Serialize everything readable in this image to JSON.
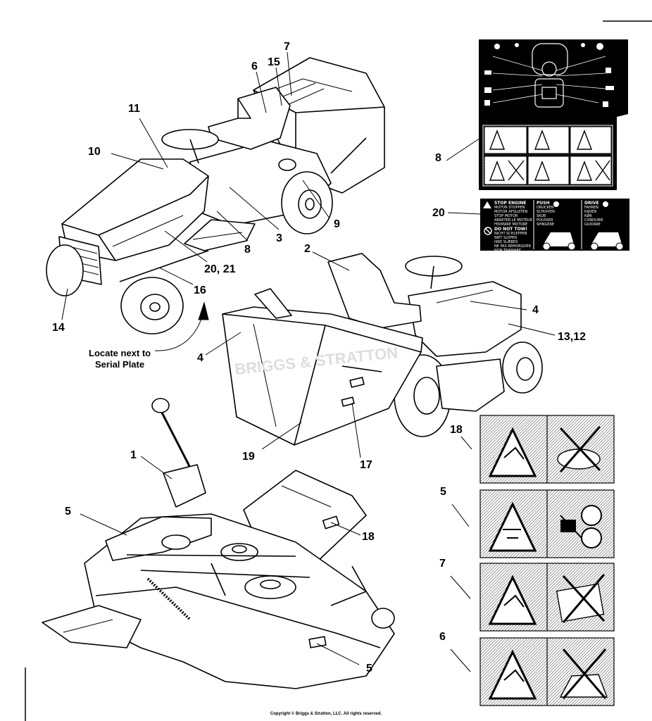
{
  "callouts": {
    "c7_top": "7",
    "c15": "15",
    "c6_top": "6",
    "c11": "11",
    "c10": "10",
    "c9": "9",
    "c3": "3",
    "c8_mid": "8",
    "c20_21": "20, 21",
    "c16": "16",
    "c14": "14",
    "c2": "2",
    "c4_right": "4",
    "c13_12": "13,12",
    "c4_left": "4",
    "c19": "19",
    "c17": "17",
    "c1": "1",
    "c5_left": "5",
    "c18_deck": "18",
    "c5_bottom": "5",
    "c8_decal": "8",
    "c20_decal": "20",
    "c18_decal": "18",
    "c5_decal": "5",
    "c7_decal": "7",
    "c6_decal": "6"
  },
  "note": {
    "line1": "Locate next to",
    "line2": "Serial Plate"
  },
  "decal_20": {
    "stop_head": "STOP ENGINE",
    "stop_lines": "MOTOR STOPPEN\nMOTOR AFSLUITEN\nSTOP MOTOR\nARRETER LE MOTEUR\nFERMARE MOTORE",
    "tow_head": "DO NOT TOW!",
    "tow_lines": "NICHT SCHLEPPEN\nNIET SLEPEN\nIKKE SLÆBES\nNE PAS REMORQUER\nNON TRAINARE",
    "push_head": "PUSH",
    "push_lines": "DRUCKEN\nSCHUIVEN\nSKUB\nPOUSSER\nSPINGERE",
    "drive_head": "DRIVE",
    "drive_lines": "FAHREN\nRIJDEN\nKØR\nCONDUIRE\nGUIDARE"
  },
  "copyright": "Copyright © Briggs & Stratton, LLC. All rights reserved.",
  "watermark": "BRIGGS & STRATTON"
}
